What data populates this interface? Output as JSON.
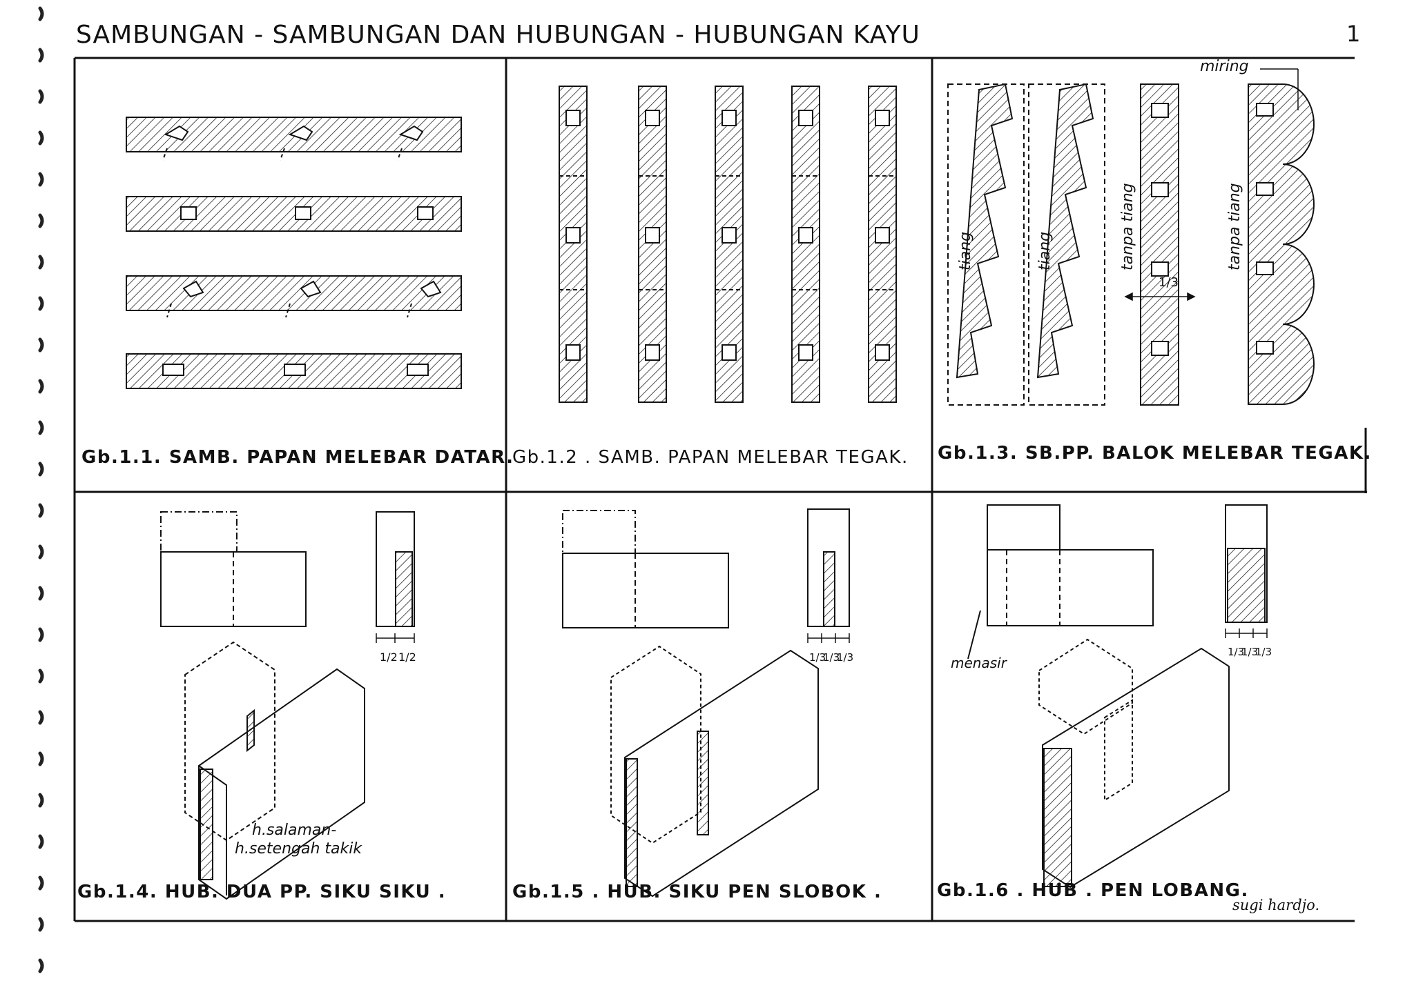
{
  "header": {
    "title": "SAMBUNGAN - SAMBUNGAN   DAN   HUBUNGAN - HUBUNGAN   KAYU",
    "page_number": "1"
  },
  "figures": [
    {
      "caption": "Gb.1.1.  SAMB. PAPAN MELEBAR DATAR."
    },
    {
      "caption": "Gb.1.2 .  SAMB. PAPAN MELEBAR  TEGAK."
    },
    {
      "caption": "Gb.1.3.  SB.PP. BALOK  MELEBAR  TEGAK."
    },
    {
      "caption": "Gb.1.4. HUB. DUA  PP.  SIKU SIKU ."
    },
    {
      "caption": "Gb.1.5 .  HUB. SIKU  PEN  SLOBOK ."
    },
    {
      "caption": "Gb.1.6 .  HUB .  PEN  LOBANG."
    }
  ],
  "labels": {
    "miring": "miring",
    "tiang": "tiang",
    "tanpa_tiang": "tanpa  tiang",
    "one_third": "1/3",
    "half": "1/2",
    "third": "1/3",
    "h_salaman": "h.salaman-",
    "h_setengah_takik": "h.setengah takik",
    "menasir": "menasir"
  },
  "signature": "sugi hardjo."
}
